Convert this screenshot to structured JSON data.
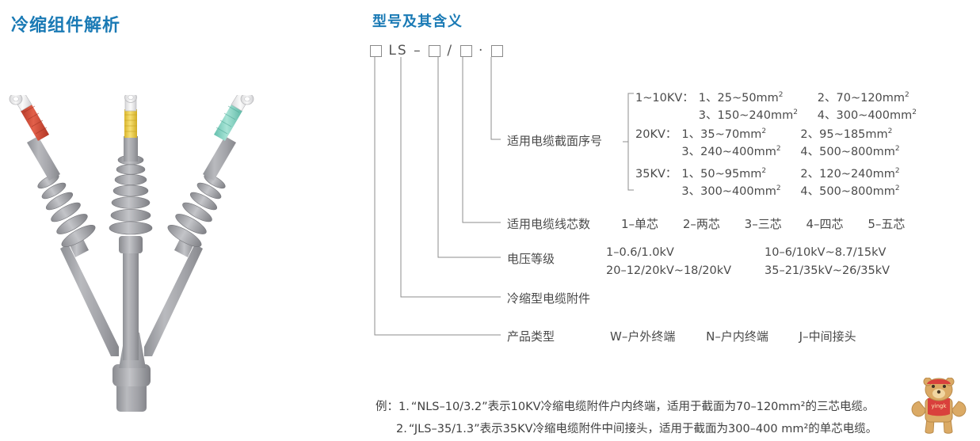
{
  "headings": {
    "left": "冷缩组件解析",
    "right": "型号及其含义",
    "color": "#1a7ab5"
  },
  "product_image": {
    "alt": "三芯冷缩电缆终端",
    "phase_colors": [
      "#d6503a",
      "#f2cf3e",
      "#7fd3c0"
    ],
    "body_color": "#a8a9ad"
  },
  "formula": {
    "literal": "LS",
    "separator_dash": "–",
    "separator_slash": "/",
    "separator_dot": "·",
    "box_count": 4
  },
  "callouts": [
    {
      "id": "cross-section",
      "label": "适用电缆截面序号"
    },
    {
      "id": "core-count",
      "label": "适用电缆线芯数"
    },
    {
      "id": "voltage-level",
      "label": "电压等级"
    },
    {
      "id": "accessory-type",
      "label": "冷缩型电缆附件"
    },
    {
      "id": "product-type",
      "label": "产品类型"
    }
  ],
  "cross_section_groups": [
    {
      "voltage": "1~10KV：",
      "row1": [
        "1、25~50mm",
        "2、70~120mm"
      ],
      "row2": [
        "3、150~240mm",
        "4、300~400mm"
      ]
    },
    {
      "voltage": "20KV：",
      "row1": [
        "1、35~70mm",
        "2、95~185mm"
      ],
      "row2": [
        "3、240~400mm",
        "4、500~800mm"
      ]
    },
    {
      "voltage": "35KV：",
      "row1": [
        "1、50~95mm",
        "2、120~240mm"
      ],
      "row2": [
        "3、300~400mm",
        "4、500~800mm"
      ]
    }
  ],
  "core_counts": [
    "1–单芯",
    "2–两芯",
    "3–三芯",
    "4–四芯",
    "5–五芯"
  ],
  "voltage_levels": {
    "r1c1": "1–0.6/1.0kV",
    "r1c2": "10–6/10kV~8.7/15kV",
    "r2c1": "20–12/20kV~18/20kV",
    "r2c2": "35–21/35kV~26/35kV"
  },
  "product_types": [
    "W–户外终端",
    "N–户内终端",
    "J–中间接头"
  ],
  "examples": {
    "prefix": "例：",
    "items": [
      {
        "index": "1.",
        "text": "“NLS–10/3.2”表示10KV冷缩电缆附件户内终端，适用于截面为70–120mm²的三芯电缆。"
      },
      {
        "index": "2.",
        "text": "“JLS–35/1.3”表示35KV冷缩电缆附件中间接头，适用于截面为300–400 mm²的单芯电缆。"
      }
    ]
  },
  "watermark": {
    "label": "yingk",
    "shirt_color": "#d6302c",
    "body_color": "#d8a358"
  }
}
